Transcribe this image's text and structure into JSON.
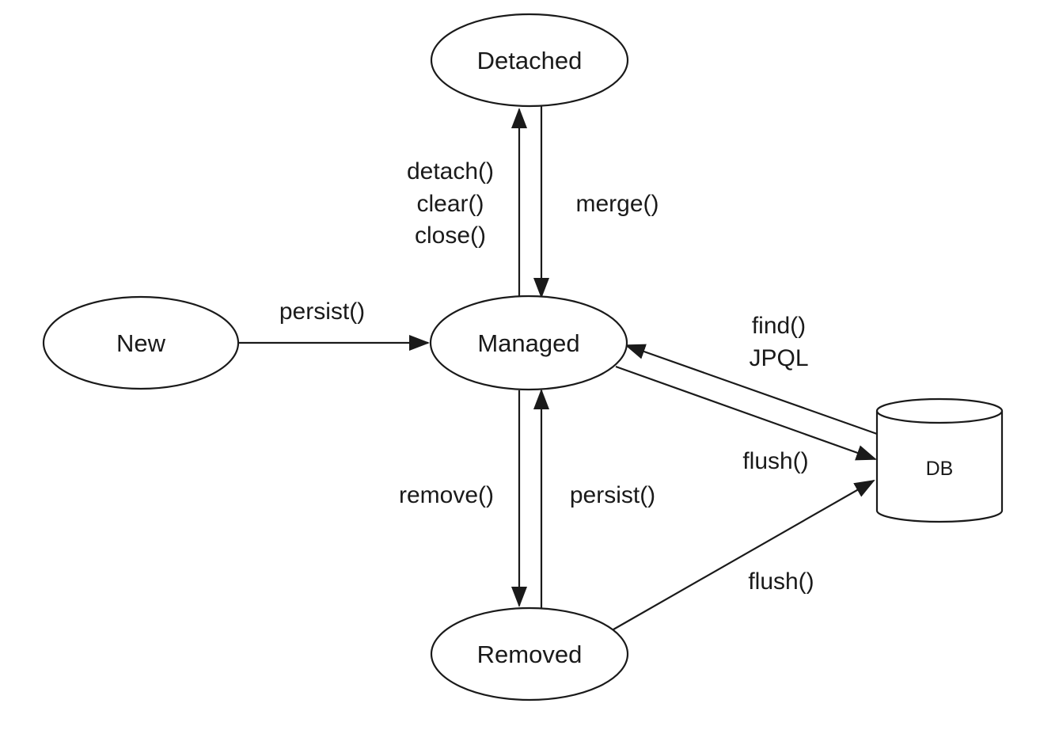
{
  "colors": {
    "stroke": "#1a1a1a",
    "background": "#ffffff"
  },
  "nodes": {
    "detached": "Detached",
    "new": "New",
    "managed": "Managed",
    "removed": "Removed",
    "db": "DB"
  },
  "edges": {
    "new_to_managed": "persist()",
    "managed_to_detached": [
      "detach()",
      "clear()",
      "close()"
    ],
    "detached_to_managed": "merge()",
    "db_to_managed": [
      "find()",
      "JPQL"
    ],
    "managed_to_db": "flush()",
    "managed_to_removed": "remove()",
    "removed_to_managed": "persist()",
    "removed_to_db": "flush()"
  }
}
